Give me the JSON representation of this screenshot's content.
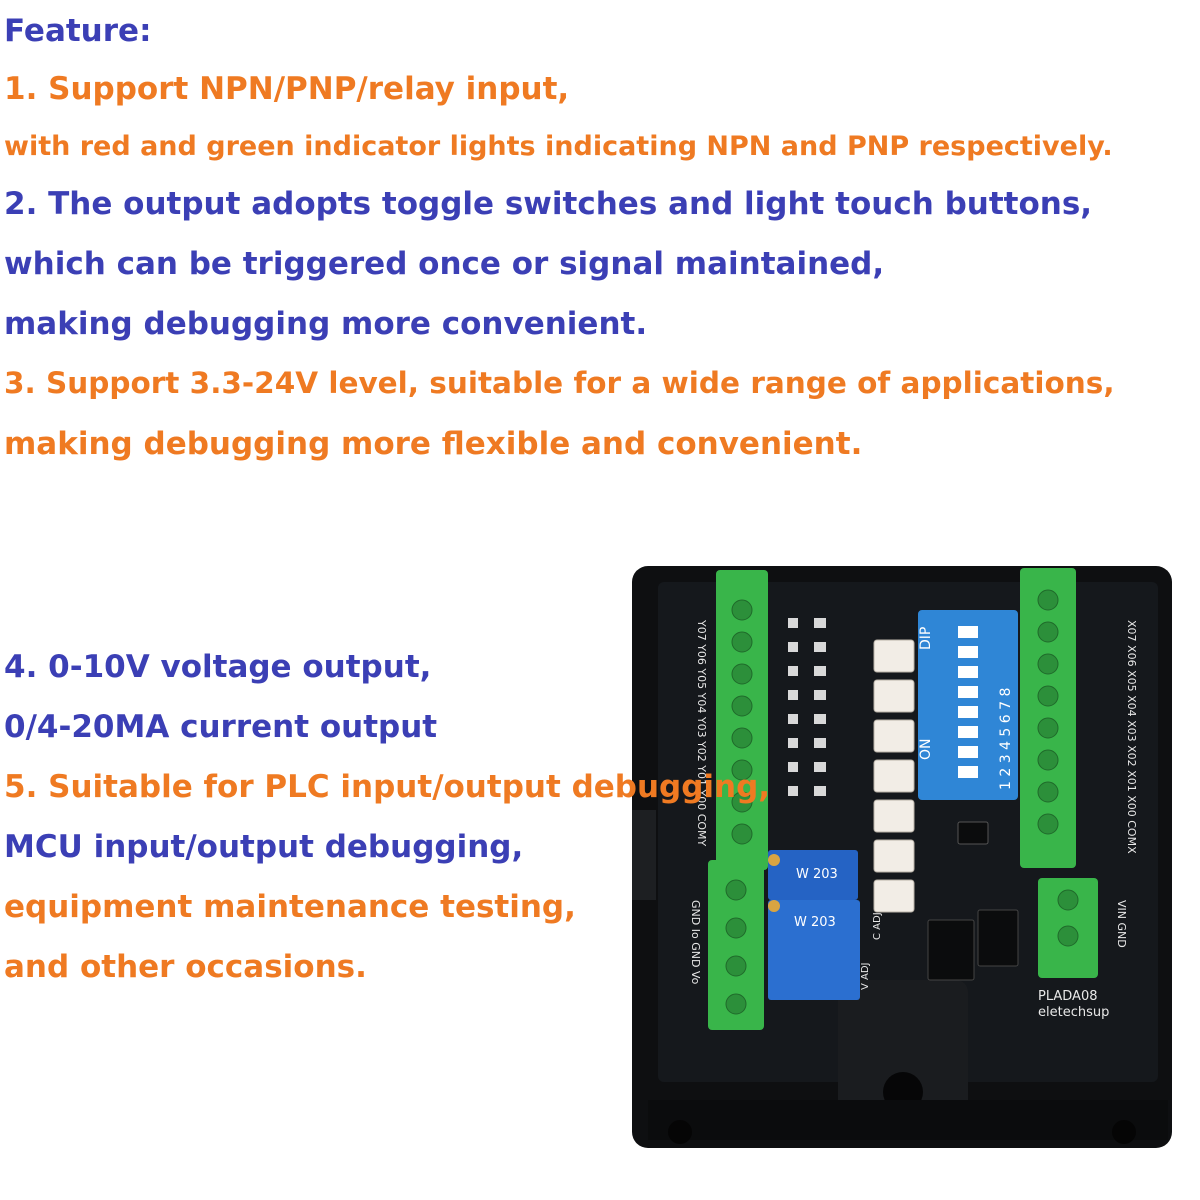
{
  "heading": "Feature:",
  "lines": [
    {
      "text": "1. Support NPN/PNP/relay input,",
      "color": "#ef7a22"
    },
    {
      "text": "with red and green indicator lights indicating NPN and PNP respectively.",
      "color": "#ef7a22"
    },
    {
      "text": "2. The output adopts toggle switches and light touch buttons,",
      "color": "#3b3fb5"
    },
    {
      "text": "which can be triggered once or signal maintained,",
      "color": "#3b3fb5"
    },
    {
      "text": "making debugging more convenient.",
      "color": "#3b3fb5"
    },
    {
      "text": "3. Support 3.3-24V level, suitable for a wide range of applications,",
      "color": "#ef7a22"
    },
    {
      "text": "making debugging more flexible and convenient.",
      "color": "#ef7a22"
    },
    {
      "text": "4. 0-10V voltage output,",
      "color": "#3b3fb5"
    },
    {
      "text": "0/4-20MA current output",
      "color": "#3b3fb5"
    },
    {
      "text": "5. Suitable for PLC input/output debugging,",
      "color": "#ef7a22"
    },
    {
      "text": "MCU input/output debugging,",
      "color": "#3b3fb5"
    },
    {
      "text": "equipment maintenance testing,",
      "color": "#ef7a22"
    },
    {
      "text": "and other occasions.",
      "color": "#ef7a22"
    }
  ],
  "board": {
    "model_label": "PLADA08",
    "brand_label": "eletechsup",
    "dip_label": "DIP",
    "dip_on_label": "ON",
    "dip_numbers": "1 2 3 4 5 6 7 8",
    "left_terminal_labels": [
      "Y07",
      "Y06",
      "Y05",
      "Y04",
      "Y03",
      "Y02",
      "Y01",
      "Y00",
      "COMY"
    ],
    "output_terminal_labels": [
      "GND",
      "Io",
      "GND",
      "Vo"
    ],
    "right_terminal_labels": [
      "X07",
      "X06",
      "X05",
      "X04",
      "X03",
      "X02",
      "X01",
      "X00",
      "COMX"
    ],
    "power_terminal_labels": [
      "VIN",
      "GND"
    ],
    "pot_labels": [
      "W 203",
      "W 203"
    ],
    "pot_adj_labels": [
      "V ADJ",
      "C ADJ"
    ]
  },
  "colors": {
    "blue_text": "#3b3fb5",
    "orange_text": "#ef7a22",
    "pcb": "#15181c",
    "terminal_green": "#39b54a",
    "dip_blue": "#2f86d6"
  }
}
